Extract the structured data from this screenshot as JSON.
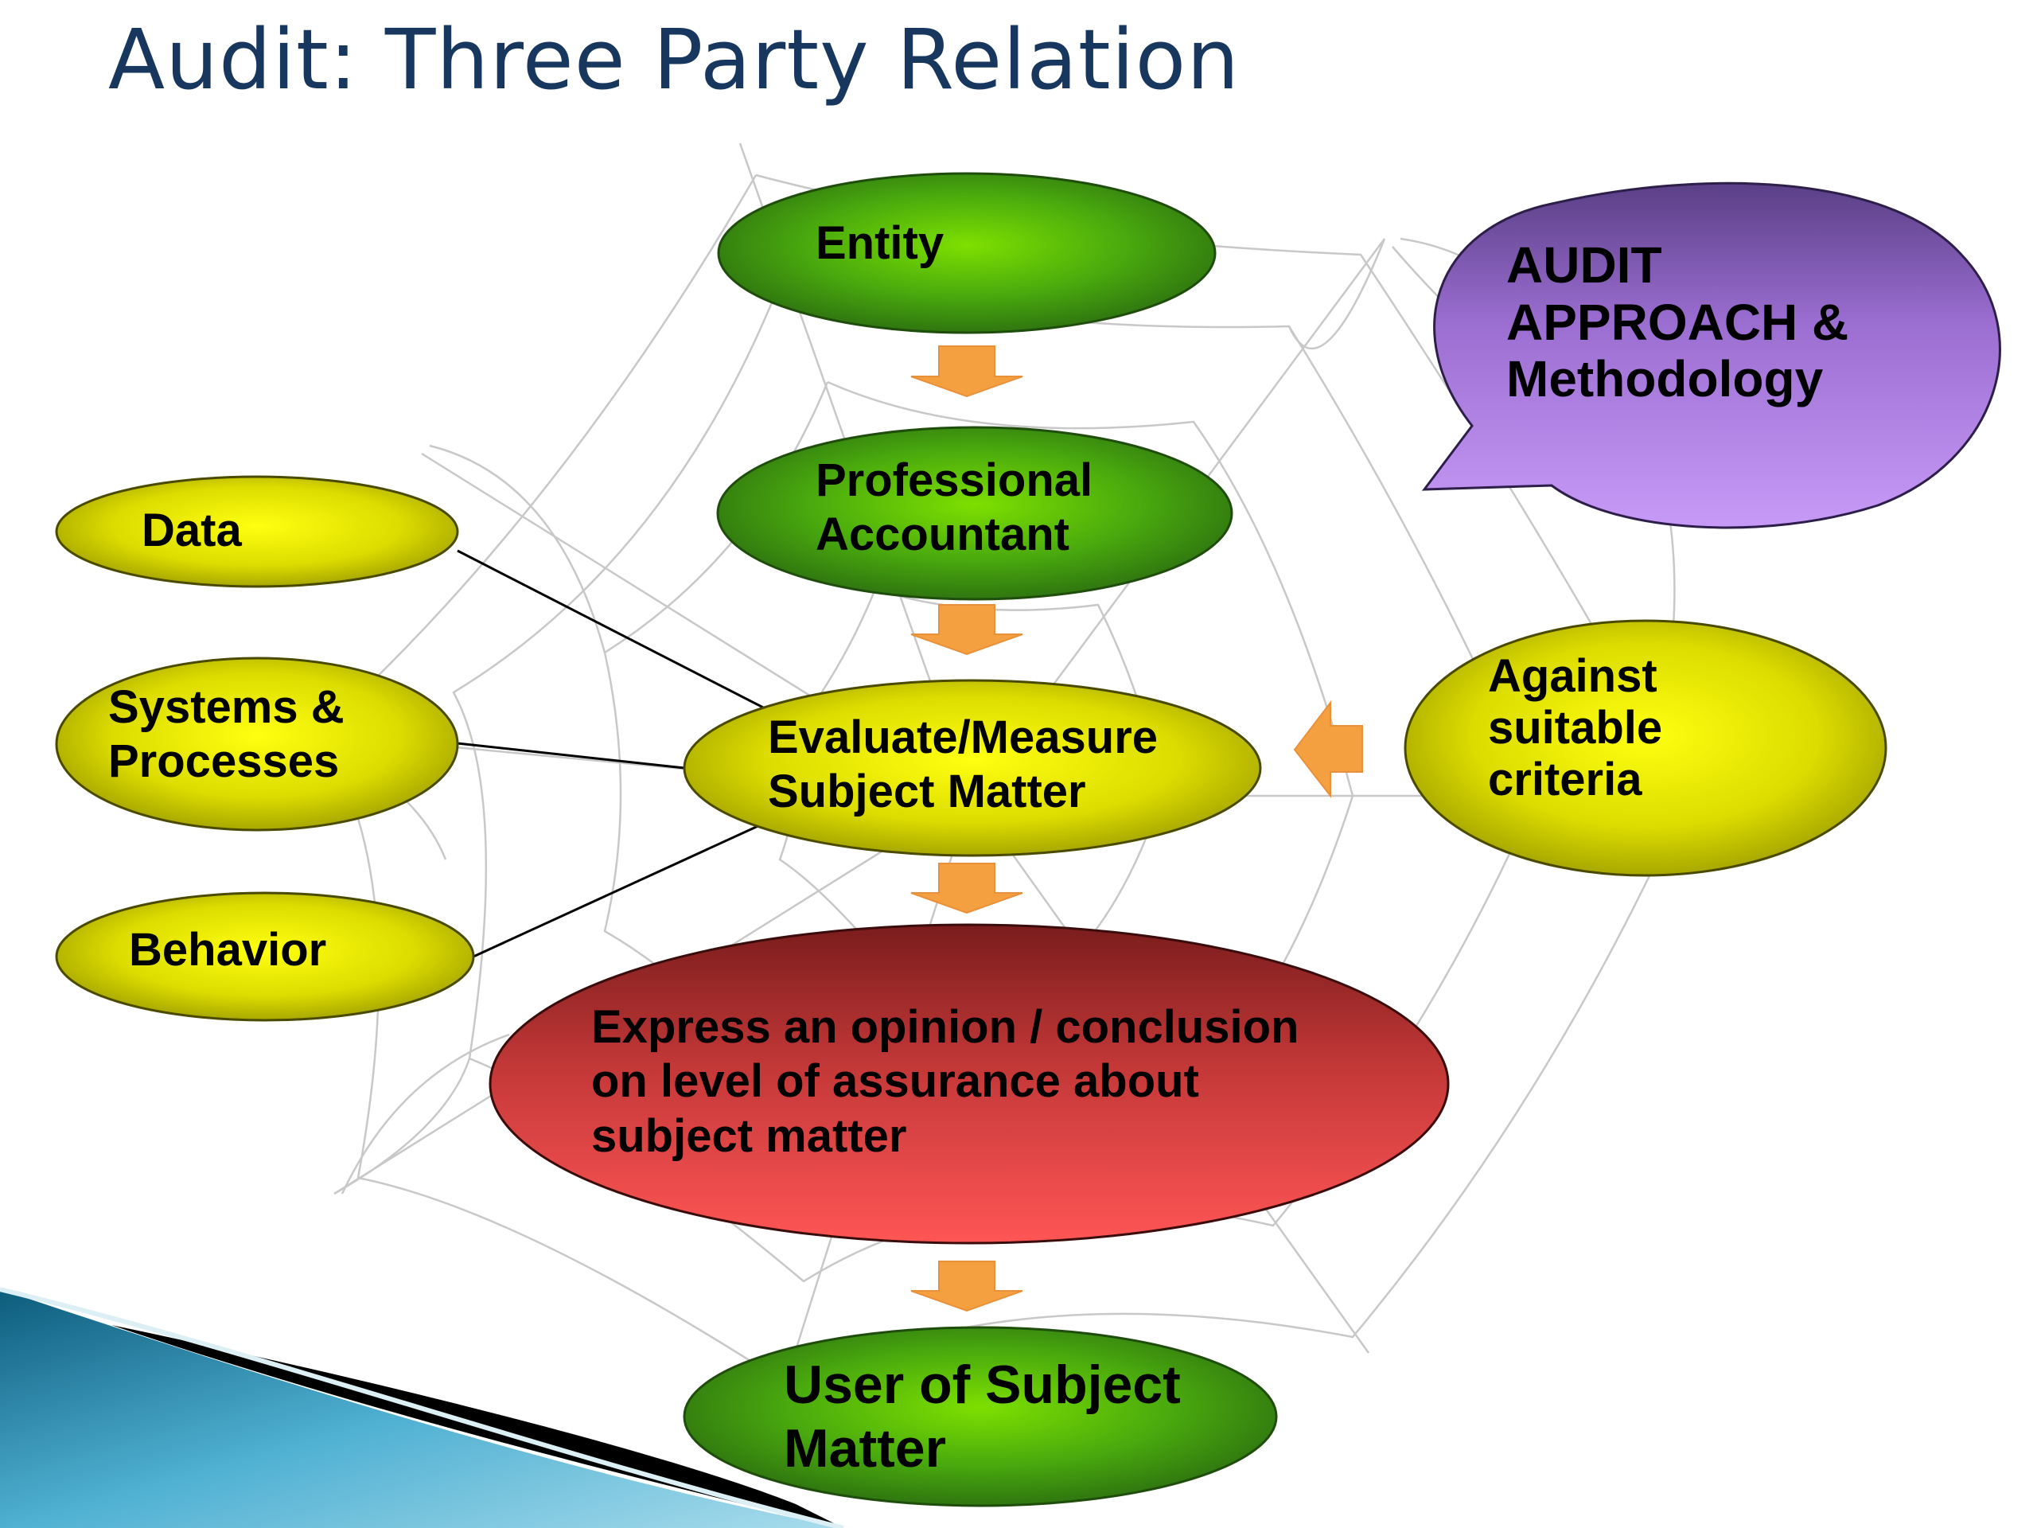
{
  "title": "Audit: Three Party Relation",
  "nodes": {
    "entity": {
      "lines": [
        "Entity"
      ]
    },
    "professional_accountant": {
      "lines": [
        "Professional",
        "Accountant"
      ]
    },
    "evaluate": {
      "lines": [
        "Evaluate/Measure",
        "Subject Matter"
      ]
    },
    "express_opinion": {
      "lines": [
        "Express an opinion / conclusion",
        "on level of assurance about",
        "subject matter"
      ]
    },
    "user": {
      "lines": [
        "User of Subject",
        "Matter"
      ]
    },
    "data": {
      "lines": [
        "Data"
      ]
    },
    "systems": {
      "lines": [
        "Systems &",
        "Processes"
      ]
    },
    "behavior": {
      "lines": [
        "Behavior"
      ]
    },
    "criteria": {
      "lines": [
        "Against",
        "suitable",
        "criteria"
      ]
    },
    "audit_approach": {
      "lines": [
        "AUDIT",
        "APPROACH &",
        "Methodology"
      ]
    }
  },
  "colors": {
    "title": "#17375e",
    "green_node": "#4caf10",
    "yellow_node": "#d9d900",
    "red_node": "#e84a4a",
    "purple_callout": "#b98ee8",
    "arrow": "#f5a040"
  }
}
